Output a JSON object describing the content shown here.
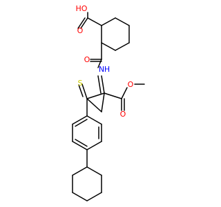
{
  "colors": {
    "background": "#ffffff",
    "bond": "#000000",
    "oxygen": "#ff0000",
    "sulfur": "#cccc00",
    "nitrogen": "#0000ff"
  },
  "atom_labels": {
    "hydroxyl": "HO",
    "acid_carbonyl_o": "O",
    "amide_carbonyl_o": "O",
    "amide_n": "N",
    "amide_h": "H",
    "thiophene_s": "S",
    "ester_carbonyl_o": "O",
    "ester_ether_o": "O"
  }
}
